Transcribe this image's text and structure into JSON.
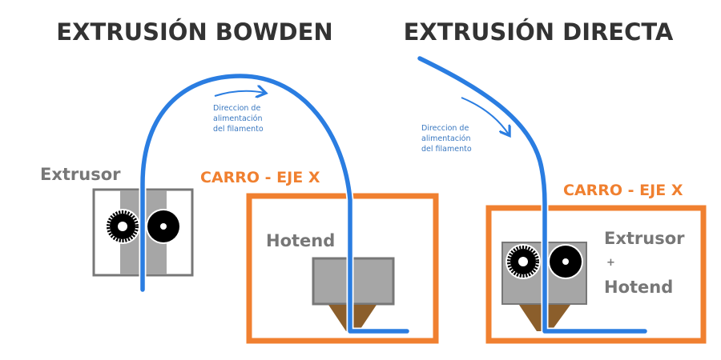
{
  "colors": {
    "filament": "#2a7de1",
    "carriage": "#f08030",
    "block": "#a6a6a6",
    "nozzle": "#8b5e2b",
    "text": "#333333",
    "label": "#777777"
  },
  "bowden": {
    "title": "EXTRUSIÓN BOWDEN",
    "extruder_label": "Extrusor",
    "carriage_label": "CARRO - EJE X",
    "hotend_label": "Hotend",
    "feed_note": [
      "Direccion de",
      "alimentación",
      "del filamento"
    ]
  },
  "direct": {
    "title": "EXTRUSIÓN DIRECTA",
    "carriage_label": "CARRO - EJE X",
    "combo_label": [
      "Extrusor",
      "+",
      "Hotend"
    ],
    "feed_note": [
      "Direccion de",
      "alimentación",
      "del filamento"
    ]
  }
}
